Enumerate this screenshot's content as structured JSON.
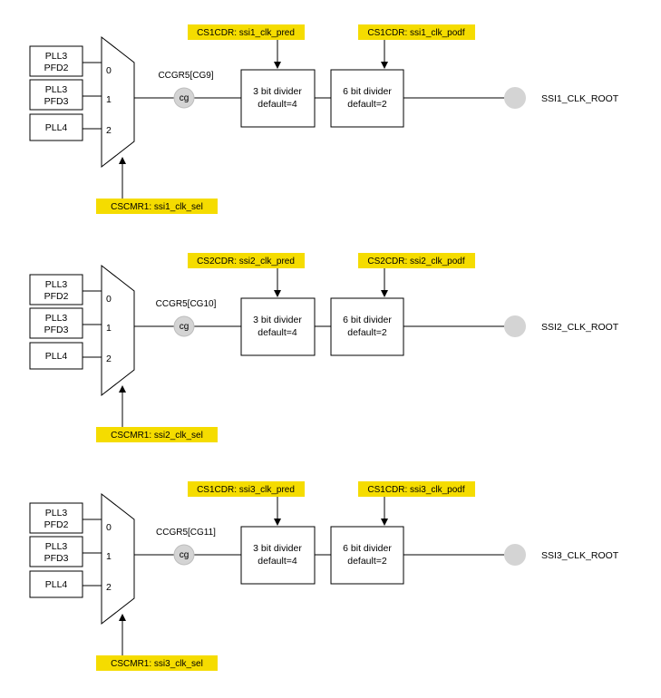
{
  "colors": {
    "register_highlight": "#f5dc00",
    "gate_fill": "#d4d4d4",
    "line": "#000000"
  },
  "blocks": [
    {
      "inputs": [
        {
          "line1": "PLL3",
          "line2": "PFD2"
        },
        {
          "line1": "PLL3",
          "line2": "PFD3"
        },
        {
          "line1": "PLL4",
          "line2": ""
        }
      ],
      "mux_inputs": [
        "0",
        "1",
        "2"
      ],
      "select": "CSCMR1: ssi1_clk_sel",
      "gate_label": "CCGR5[CG9]",
      "gate_text": "cg",
      "pred_register": "CS1CDR: ssi1_clk_pred",
      "podf_register": "CS1CDR: ssi1_clk_podf",
      "pred_divider": {
        "line1": "3 bit divider",
        "line2": "default=4"
      },
      "podf_divider": {
        "line1": "6 bit divider",
        "line2": "default=2"
      },
      "output": "SSI1_CLK_ROOT"
    },
    {
      "inputs": [
        {
          "line1": "PLL3",
          "line2": "PFD2"
        },
        {
          "line1": "PLL3",
          "line2": "PFD3"
        },
        {
          "line1": "PLL4",
          "line2": ""
        }
      ],
      "mux_inputs": [
        "0",
        "1",
        "2"
      ],
      "select": "CSCMR1: ssi2_clk_sel",
      "gate_label": "CCGR5[CG10]",
      "gate_text": "cg",
      "pred_register": "CS2CDR: ssi2_clk_pred",
      "podf_register": "CS2CDR: ssi2_clk_podf",
      "pred_divider": {
        "line1": "3 bit divider",
        "line2": "default=4"
      },
      "podf_divider": {
        "line1": "6 bit divider",
        "line2": "default=2"
      },
      "output": "SSI2_CLK_ROOT"
    },
    {
      "inputs": [
        {
          "line1": "PLL3",
          "line2": "PFD2"
        },
        {
          "line1": "PLL3",
          "line2": "PFD3"
        },
        {
          "line1": "PLL4",
          "line2": ""
        }
      ],
      "mux_inputs": [
        "0",
        "1",
        "2"
      ],
      "select": "CSCMR1: ssi3_clk_sel",
      "gate_label": "CCGR5[CG11]",
      "gate_text": "cg",
      "pred_register": "CS1CDR: ssi3_clk_pred",
      "podf_register": "CS1CDR: ssi3_clk_podf",
      "pred_divider": {
        "line1": "3 bit divider",
        "line2": "default=4"
      },
      "podf_divider": {
        "line1": "6 bit divider",
        "line2": "default=2"
      },
      "output": "SSI3_CLK_ROOT"
    }
  ]
}
